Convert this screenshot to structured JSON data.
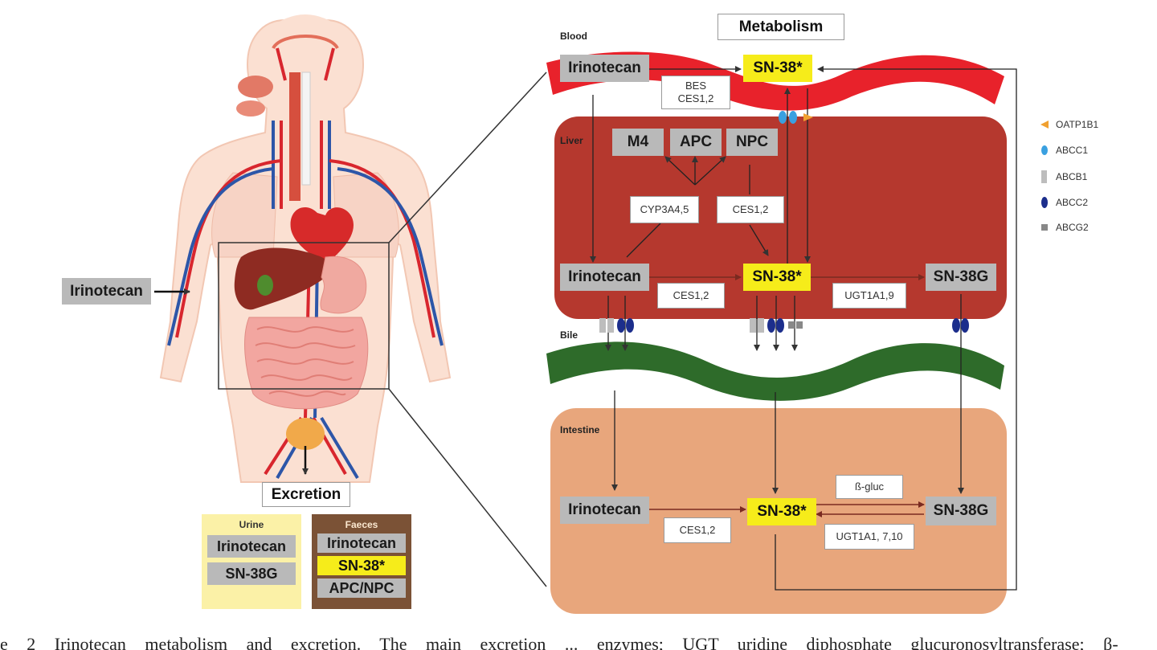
{
  "title": "Metabolism",
  "left": {
    "input_label": "Irinotecan",
    "excretion_label": "Excretion",
    "urine": {
      "title": "Urine",
      "items": [
        "Irinotecan",
        "SN-38G"
      ]
    },
    "faeces": {
      "title": "Faeces",
      "items": [
        "Irinotecan",
        "SN-38*",
        "APC/NPC"
      ]
    }
  },
  "regions": {
    "blood": "Blood",
    "liver": "Liver",
    "bile": "Bile",
    "intestine": "Intestine"
  },
  "blood": {
    "irinotecan": "Irinotecan",
    "sn38": "SN-38*",
    "enzyme_line1": "BES",
    "enzyme_line2": "CES1,2"
  },
  "liver": {
    "m4": "M4",
    "apc": "APC",
    "npc": "NPC",
    "cyp": "CYP3A4,5",
    "ces_upper": "CES1,2",
    "irinotecan": "Irinotecan",
    "sn38": "SN-38*",
    "sn38g": "SN-38G",
    "ces_lower": "CES1,2",
    "ugt": "UGT1A1,9"
  },
  "intestine": {
    "irinotecan": "Irinotecan",
    "sn38": "SN-38*",
    "sn38g": "SN-38G",
    "ces": "CES1,2",
    "bgluc": "ß-gluc",
    "ugt": "UGT1A1, 7,10"
  },
  "legend": [
    {
      "label": "OATP1B1",
      "icon": "triangle-left-icon",
      "color": "#f0a030"
    },
    {
      "label": "ABCC1",
      "icon": "oval-icon",
      "color": "#3aa0e0"
    },
    {
      "label": "ABCB1",
      "icon": "bar-icon",
      "color": "#bdbdbd"
    },
    {
      "label": "ABCC2",
      "icon": "oval-icon",
      "color": "#1c2e8c"
    },
    {
      "label": "ABCG2",
      "icon": "square-icon",
      "color": "#888888"
    }
  ],
  "colors": {
    "blood": "#e8222b",
    "liver": "#b5382e",
    "bile": "#2e6b2a",
    "intestine": "#e8a67c",
    "sn38": "#f6ec1a",
    "compound": "#b9b9b9"
  },
  "caption": "e 2 Irinotecan metabolism and excretion. The main excretion ... enzymes; UGT uridine diphosphate glucuronosyltransferase; β-"
}
